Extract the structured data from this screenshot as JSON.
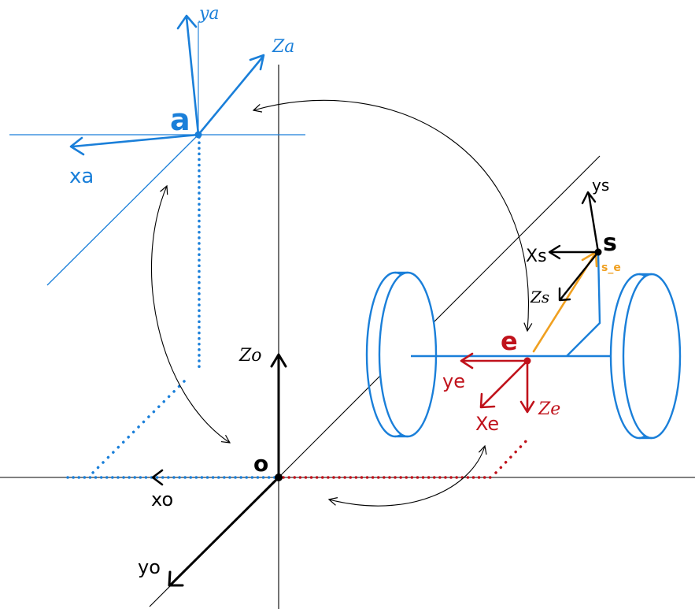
{
  "colors": {
    "frame_a": "#1a7fd9",
    "frame_e": "#c0121b",
    "frame_o": "#000000",
    "frame_s": "#000000",
    "vector_s_e": "#f0a020",
    "guide_line": "#000000",
    "background": "#ffffff"
  },
  "frames": {
    "a": {
      "origin_label": "a",
      "x_label": "xa",
      "y_label": "ya",
      "z_label": "Za"
    },
    "o": {
      "origin_label": "o",
      "x_label": "xo",
      "y_label": "yo",
      "z_label": "Zo"
    },
    "e": {
      "origin_label": "e",
      "x_label": "Xe",
      "y_label": "ye",
      "z_label": "Ze"
    },
    "s": {
      "origin_label": "s",
      "x_label": "Xs",
      "y_label": "ys",
      "z_label": "Zs"
    }
  },
  "vector_label": "s_e"
}
